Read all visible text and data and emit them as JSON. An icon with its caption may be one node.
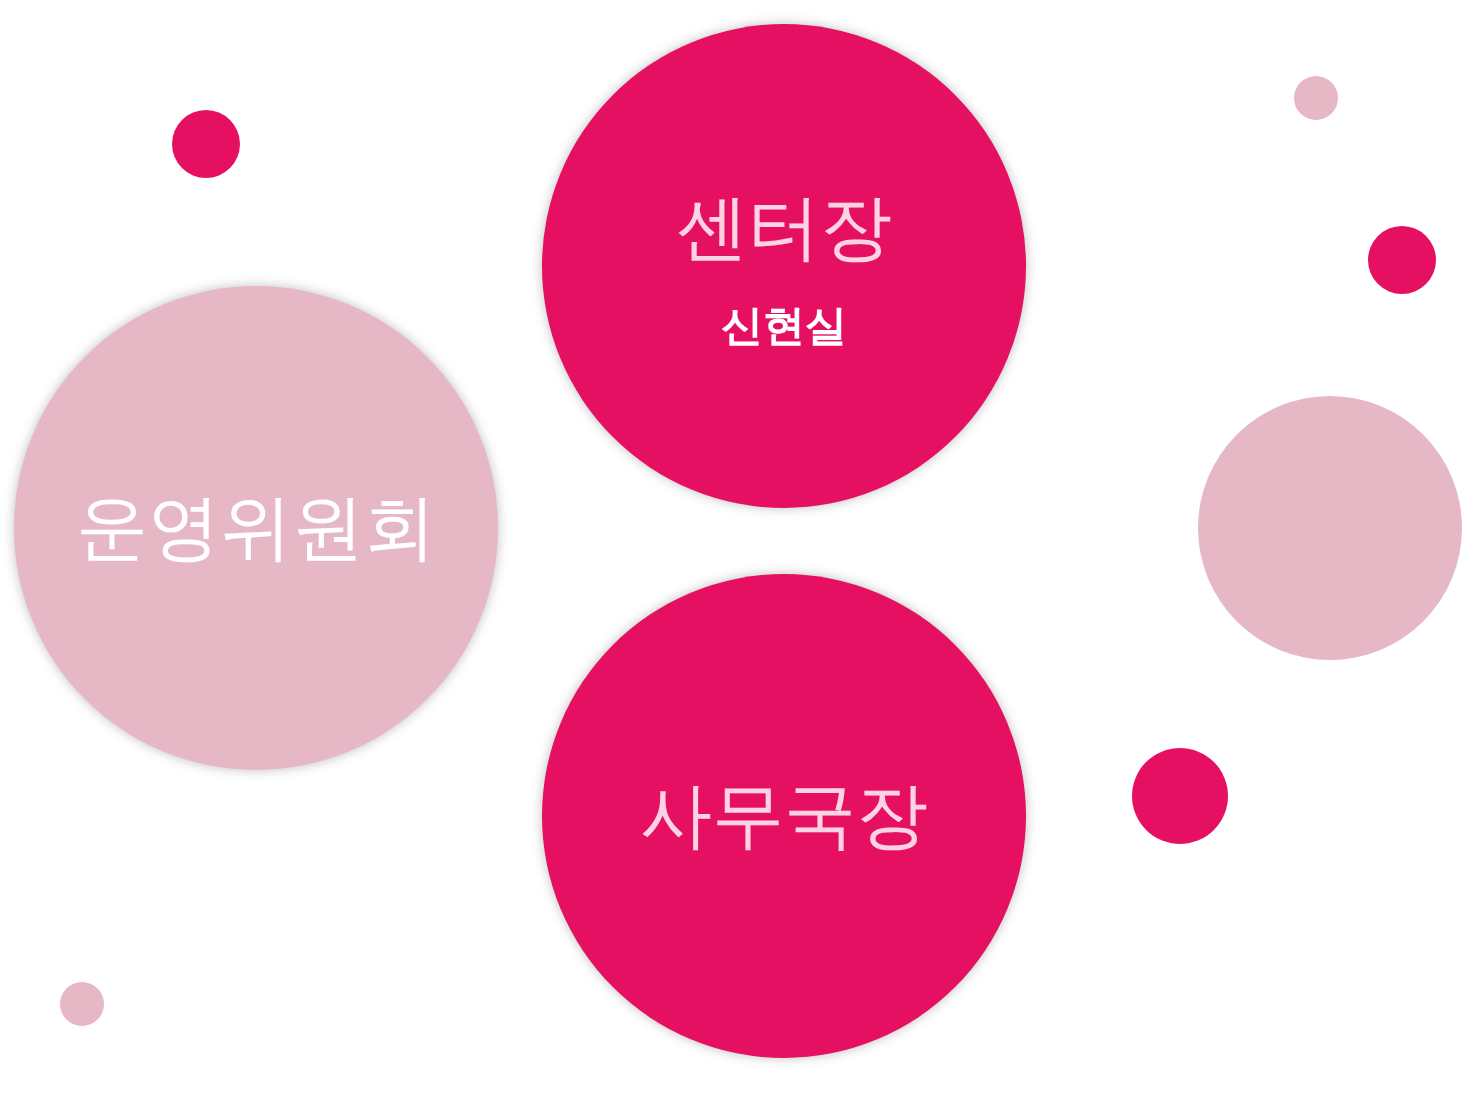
{
  "diagram": {
    "nodes": [
      {
        "text": [
          "운영위원회"
        ]
      },
      {
        "text": [
          "센터장",
          "신현실"
        ]
      },
      {
        "text": [
          "사무국장"
        ]
      }
    ]
  }
}
